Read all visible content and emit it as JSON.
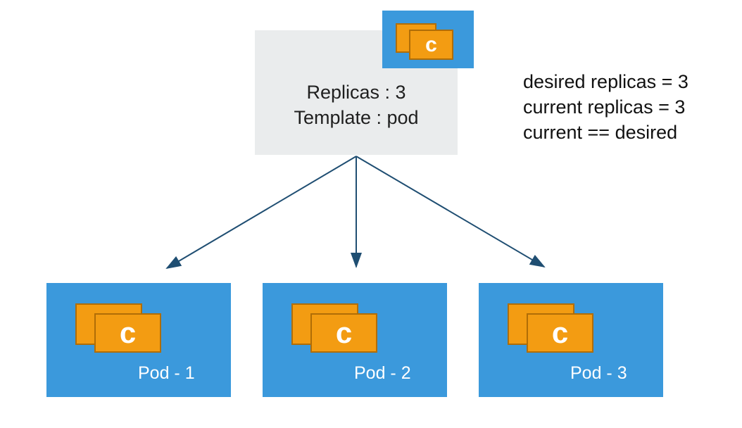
{
  "replicaset": {
    "replicas_line": "Replicas : 3",
    "template_line": "Template : pod",
    "badge_letter": "c"
  },
  "status": {
    "line1": "desired replicas = 3",
    "line2": "current replicas = 3",
    "line3": "current == desired"
  },
  "pods": [
    {
      "label": "Pod - 1",
      "letter": "c"
    },
    {
      "label": "Pod - 2",
      "letter": "c"
    },
    {
      "label": "Pod - 3",
      "letter": "c"
    }
  ],
  "colors": {
    "pod_blue": "#3b99dc",
    "container_orange": "#f39c12",
    "replicaset_gray": "#eaeced",
    "arrow": "#1f4e72"
  }
}
